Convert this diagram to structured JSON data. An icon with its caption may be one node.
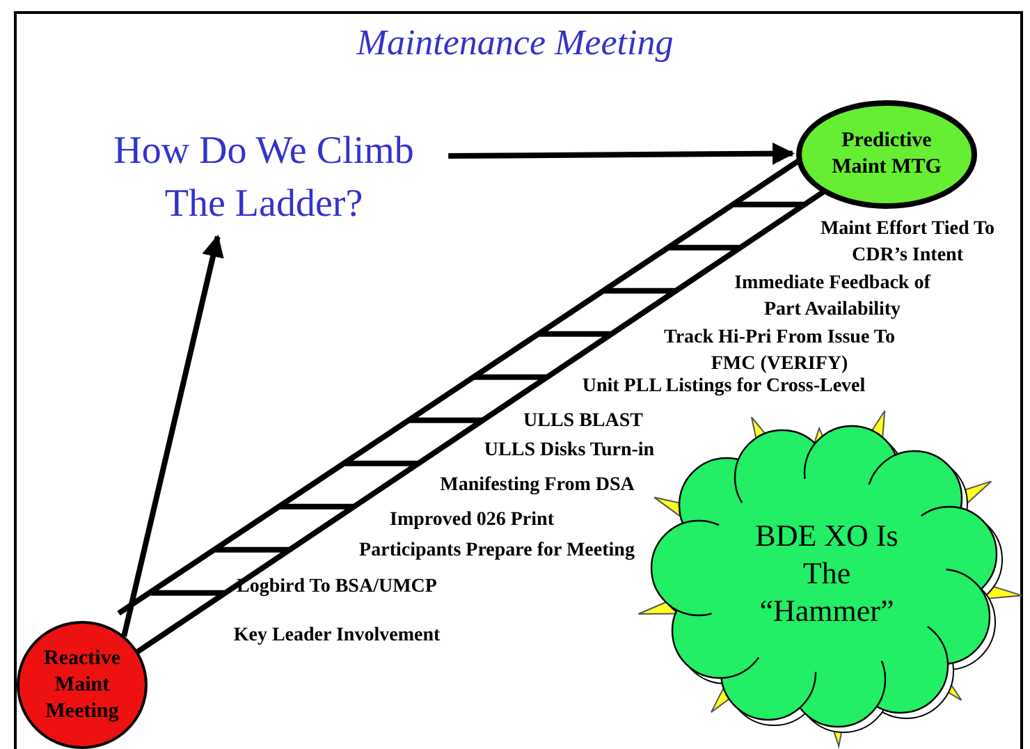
{
  "diagram": {
    "title": "Maintenance Meeting",
    "nodes": [
      {
        "text": [
          "How Do We Climb The Ladder?"
        ]
      },
      {
        "text": [
          "Predictive Maint MTG"
        ]
      },
      {
        "text": [
          "Reactive Maint Meeting"
        ]
      },
      {
        "text": [
          "BDE XO Is The “Hammer”"
        ]
      }
    ],
    "edges": [
      {
        "from": 2,
        "to": 0,
        "arrow": "to"
      },
      {
        "from": 0,
        "to": 1,
        "arrow": "to"
      },
      {
        "from": 2,
        "to": 1,
        "arrow": "none"
      }
    ],
    "labels": [
      "Maint Effort Tied To CDR’s Intent",
      "Immediate Feedback of Part Availability",
      "Track Hi-Pri From Issue To FMC (VERIFY)",
      "Unit PLL Listings for Cross-Level",
      "ULLS BLAST",
      "ULLS Disks Turn-in",
      "Manifesting From DSA",
      "Improved 026 Print",
      "Participants Prepare for Meeting",
      "Logbird To BSA/UMCP",
      "Key Leader Involvement"
    ]
  }
}
